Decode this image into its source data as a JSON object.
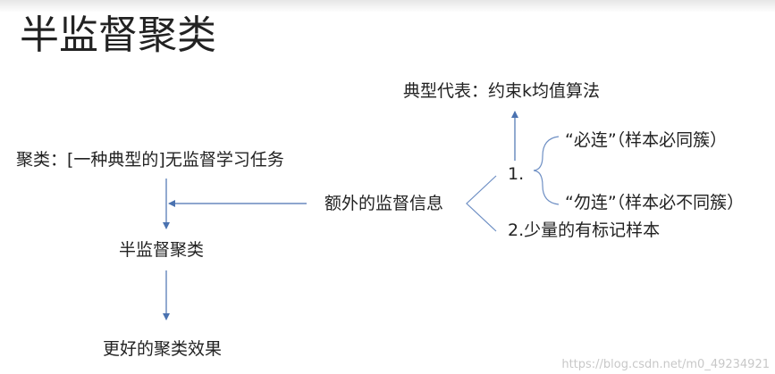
{
  "slide": {
    "title": "半监督聚类"
  },
  "nodes": {
    "clustering": "聚类：[一种典型的]无监督学习任务",
    "semi": "半监督聚类",
    "better": "更好的聚类效果",
    "extra": "额外的监督信息",
    "item1": "1.",
    "must_link": "“必连”（样本必同簇）",
    "cannot_link": "“勿连”（样本必不同簇）",
    "item2": "2.少量的有标记样本",
    "representative": "典型代表：约束k均值算法"
  },
  "colors": {
    "arrow": "#4a72b0",
    "line": "#6e8fc4"
  },
  "watermark": "https://blog.csdn.net/m0_49234921"
}
